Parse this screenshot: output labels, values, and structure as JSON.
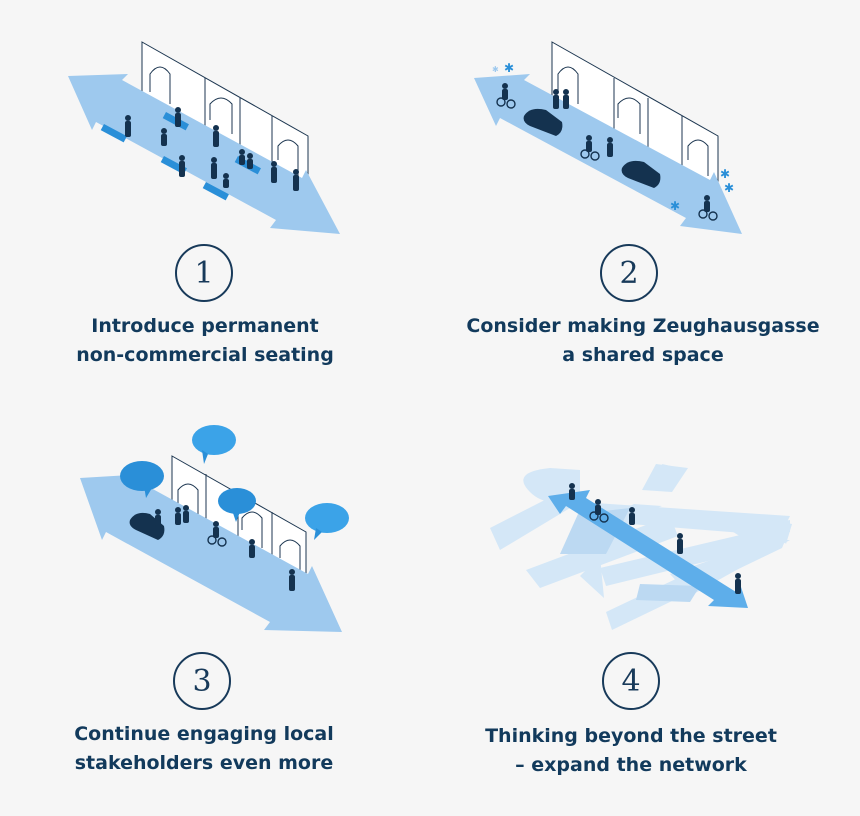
{
  "steps": [
    {
      "number": "1",
      "line1": "Introduce permanent",
      "line2": "non-commercial seating"
    },
    {
      "number": "2",
      "line1": "Consider making Zeughausgasse",
      "line2": "a shared space"
    },
    {
      "number": "3",
      "line1": "Continue engaging local",
      "line2": "stakeholders even more"
    },
    {
      "number": "4",
      "line1": "Thinking beyond the street",
      "line2": "– expand the network"
    }
  ],
  "colors": {
    "arrow_light": "#9ec9ee",
    "arrow_pale": "#d4e7f7",
    "accent_blue": "#2a8fd8",
    "figure_navy": "#14324f",
    "text_navy": "#123a5c"
  },
  "icons": [
    "street-arrow-icon",
    "arcade-building-icon",
    "bench-icon",
    "person-icon",
    "car-icon",
    "bicycle-icon",
    "sparkle-icon",
    "speech-bubble-icon",
    "network-arrow-icon"
  ]
}
